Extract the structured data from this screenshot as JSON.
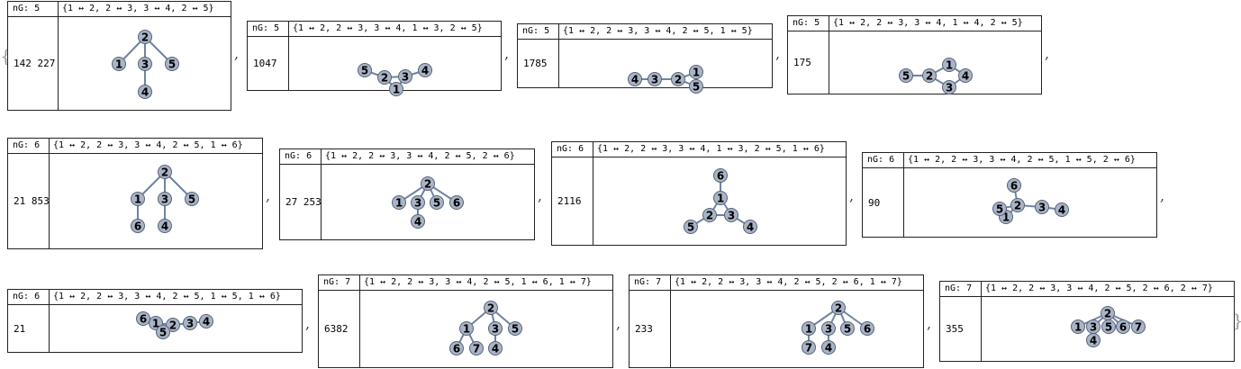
{
  "open_brace": "{",
  "close_brace": "}",
  "separator": ",",
  "colors": {
    "vertex_fill": "#aab4c6",
    "vertex_stroke": "#55627a",
    "edge": "#6f83a3"
  },
  "cards": [
    {
      "label": "nG: 5",
      "edges": "{1 ↔ 2, 2 ↔ 3, 3 ↔ 4, 2 ↔ 5}",
      "count": "142 227",
      "graph": {
        "vertices": [
          "1",
          "2",
          "3",
          "4",
          "5"
        ],
        "edges": [
          [
            "1",
            "2"
          ],
          [
            "2",
            "3"
          ],
          [
            "3",
            "4"
          ],
          [
            "2",
            "5"
          ]
        ]
      }
    },
    {
      "label": "nG: 5",
      "edges": "{1 ↔ 2, 2 ↔ 3, 3 ↔ 4, 1 ↔ 3, 2 ↔ 5}",
      "count": "1047",
      "graph": {
        "vertices": [
          "1",
          "2",
          "3",
          "4",
          "5"
        ],
        "edges": [
          [
            "1",
            "2"
          ],
          [
            "2",
            "3"
          ],
          [
            "3",
            "4"
          ],
          [
            "1",
            "3"
          ],
          [
            "2",
            "5"
          ]
        ]
      }
    },
    {
      "label": "nG: 5",
      "edges": "{1 ↔ 2, 2 ↔ 3, 3 ↔ 4, 2 ↔ 5, 1 ↔ 5}",
      "count": "1785",
      "graph": {
        "vertices": [
          "1",
          "2",
          "3",
          "4",
          "5"
        ],
        "edges": [
          [
            "1",
            "2"
          ],
          [
            "2",
            "3"
          ],
          [
            "3",
            "4"
          ],
          [
            "2",
            "5"
          ],
          [
            "1",
            "5"
          ]
        ]
      }
    },
    {
      "label": "nG: 5",
      "edges": "{1 ↔ 2, 2 ↔ 3, 3 ↔ 4, 1 ↔ 4, 2 ↔ 5}",
      "count": "175",
      "graph": {
        "vertices": [
          "1",
          "2",
          "3",
          "4",
          "5"
        ],
        "edges": [
          [
            "1",
            "2"
          ],
          [
            "2",
            "3"
          ],
          [
            "3",
            "4"
          ],
          [
            "1",
            "4"
          ],
          [
            "2",
            "5"
          ]
        ]
      }
    },
    {
      "label": "nG: 6",
      "edges": "{1 ↔ 2, 2 ↔ 3, 3 ↔ 4, 2 ↔ 5, 1 ↔ 6}",
      "count": "21 853",
      "graph": {
        "vertices": [
          "1",
          "2",
          "3",
          "4",
          "5",
          "6"
        ],
        "edges": [
          [
            "1",
            "2"
          ],
          [
            "2",
            "3"
          ],
          [
            "3",
            "4"
          ],
          [
            "2",
            "5"
          ],
          [
            "1",
            "6"
          ]
        ]
      }
    },
    {
      "label": "nG: 6",
      "edges": "{1 ↔ 2, 2 ↔ 3, 3 ↔ 4, 2 ↔ 5, 2 ↔ 6}",
      "count": "27 253",
      "graph": {
        "vertices": [
          "1",
          "2",
          "3",
          "4",
          "5",
          "6"
        ],
        "edges": [
          [
            "1",
            "2"
          ],
          [
            "2",
            "3"
          ],
          [
            "3",
            "4"
          ],
          [
            "2",
            "5"
          ],
          [
            "2",
            "6"
          ]
        ]
      }
    },
    {
      "label": "nG: 6",
      "edges": "{1 ↔ 2, 2 ↔ 3, 3 ↔ 4, 1 ↔ 3, 2 ↔ 5, 1 ↔ 6}",
      "count": "2116",
      "graph": {
        "vertices": [
          "1",
          "2",
          "3",
          "4",
          "5",
          "6"
        ],
        "edges": [
          [
            "1",
            "2"
          ],
          [
            "2",
            "3"
          ],
          [
            "3",
            "4"
          ],
          [
            "1",
            "3"
          ],
          [
            "2",
            "5"
          ],
          [
            "1",
            "6"
          ]
        ]
      }
    },
    {
      "label": "nG: 6",
      "edges": "{1 ↔ 2, 2 ↔ 3, 3 ↔ 4, 2 ↔ 5, 1 ↔ 5, 2 ↔ 6}",
      "count": "90",
      "graph": {
        "vertices": [
          "1",
          "2",
          "3",
          "4",
          "5",
          "6"
        ],
        "edges": [
          [
            "1",
            "2"
          ],
          [
            "2",
            "3"
          ],
          [
            "3",
            "4"
          ],
          [
            "2",
            "5"
          ],
          [
            "1",
            "5"
          ],
          [
            "2",
            "6"
          ]
        ]
      }
    },
    {
      "label": "nG: 6",
      "edges": "{1 ↔ 2, 2 ↔ 3, 3 ↔ 4, 2 ↔ 5, 1 ↔ 5, 1 ↔ 6}",
      "count": "21",
      "graph": {
        "vertices": [
          "1",
          "2",
          "3",
          "4",
          "5",
          "6"
        ],
        "edges": [
          [
            "1",
            "2"
          ],
          [
            "2",
            "3"
          ],
          [
            "3",
            "4"
          ],
          [
            "2",
            "5"
          ],
          [
            "1",
            "5"
          ],
          [
            "1",
            "6"
          ]
        ]
      }
    },
    {
      "label": "nG: 7",
      "edges": "{1 ↔ 2, 2 ↔ 3, 3 ↔ 4, 2 ↔ 5, 1 ↔ 6, 1 ↔ 7}",
      "count": "6382",
      "graph": {
        "vertices": [
          "1",
          "2",
          "3",
          "4",
          "5",
          "6",
          "7"
        ],
        "edges": [
          [
            "1",
            "2"
          ],
          [
            "2",
            "3"
          ],
          [
            "3",
            "4"
          ],
          [
            "2",
            "5"
          ],
          [
            "1",
            "6"
          ],
          [
            "1",
            "7"
          ]
        ]
      }
    },
    {
      "label": "nG: 7",
      "edges": "{1 ↔ 2, 2 ↔ 3, 3 ↔ 4, 2 ↔ 5, 2 ↔ 6, 1 ↔ 7}",
      "count": "233",
      "graph": {
        "vertices": [
          "1",
          "2",
          "3",
          "4",
          "5",
          "6",
          "7"
        ],
        "edges": [
          [
            "1",
            "2"
          ],
          [
            "2",
            "3"
          ],
          [
            "3",
            "4"
          ],
          [
            "2",
            "5"
          ],
          [
            "2",
            "6"
          ],
          [
            "1",
            "7"
          ]
        ]
      }
    },
    {
      "label": "nG: 7",
      "edges": "{1 ↔ 2, 2 ↔ 3, 3 ↔ 4, 2 ↔ 5, 2 ↔ 6, 2 ↔ 7}",
      "count": "355",
      "graph": {
        "vertices": [
          "1",
          "2",
          "3",
          "4",
          "5",
          "6",
          "7"
        ],
        "edges": [
          [
            "1",
            "2"
          ],
          [
            "2",
            "3"
          ],
          [
            "3",
            "4"
          ],
          [
            "2",
            "5"
          ],
          [
            "2",
            "6"
          ],
          [
            "2",
            "7"
          ]
        ]
      }
    }
  ]
}
